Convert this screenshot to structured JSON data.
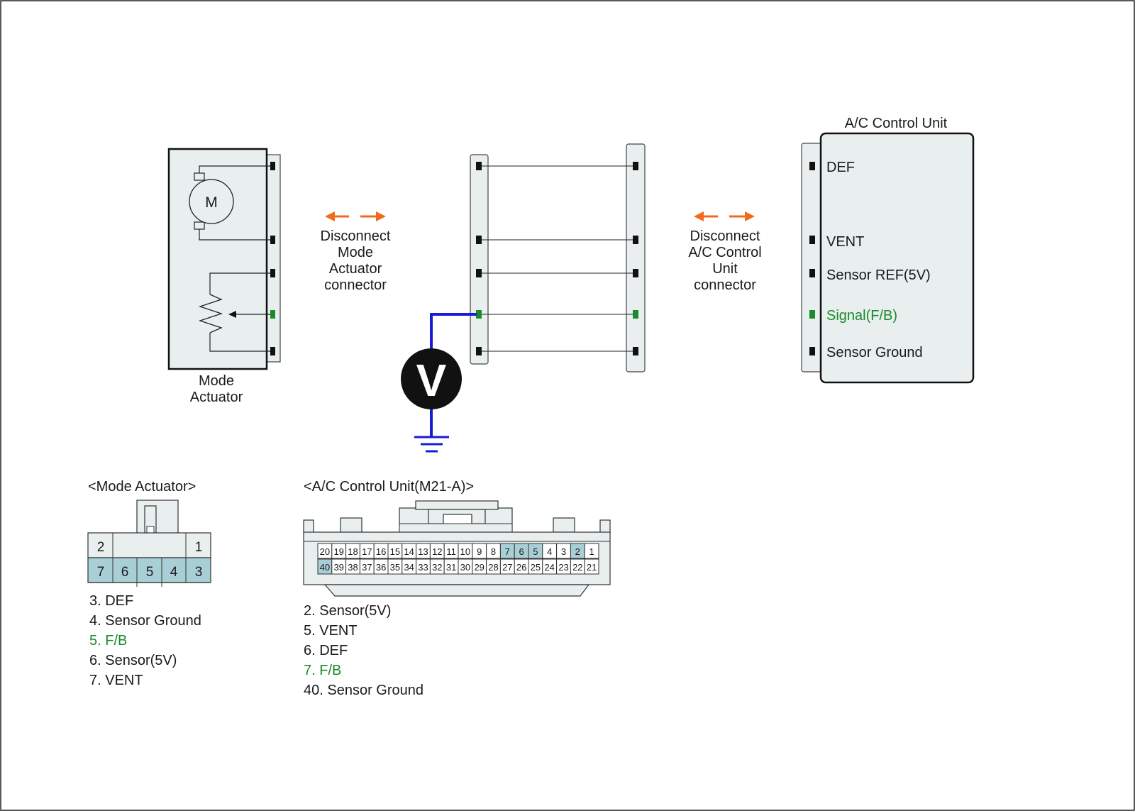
{
  "colors": {
    "accent_green": "#1a8a2a",
    "arrow_orange": "#f26a1b",
    "probe_blue": "#1a1adb",
    "connector_fill": "#e8efee",
    "pin_highlight": "#a9cfd6",
    "pin_black": "#111111"
  },
  "icons": {
    "motor": "motor-icon",
    "potentiometer": "potentiometer-icon",
    "voltmeter": "voltmeter-icon",
    "ground": "ground-icon",
    "disconnect_arrows": "double-arrow-icon"
  },
  "mode_actuator": {
    "label_line1": "Mode",
    "label_line2": "Actuator",
    "motor_letter": "M"
  },
  "disconnect_left": [
    "Disconnect",
    "Mode",
    "Actuator",
    "connector"
  ],
  "disconnect_right": [
    "Disconnect",
    "A/C Control",
    "Unit",
    "connector"
  ],
  "meter": {
    "letter": "V"
  },
  "ac_unit": {
    "title": "A/C Control Unit",
    "pins": [
      "DEF",
      "VENT",
      "Sensor REF(5V)",
      "Signal(F/B)",
      "Sensor Ground"
    ]
  },
  "actuator_connector": {
    "title": "<Mode Actuator>",
    "top_row": [
      "2",
      "1"
    ],
    "bottom_row": [
      "7",
      "6",
      "5",
      "4",
      "3"
    ],
    "legend": [
      {
        "text": "3. DEF",
        "highlight": false
      },
      {
        "text": "4. Sensor Ground",
        "highlight": false
      },
      {
        "text": "5. F/B",
        "highlight": true
      },
      {
        "text": "6. Sensor(5V)",
        "highlight": false
      },
      {
        "text": "7. VENT",
        "highlight": false
      }
    ]
  },
  "ac_connector": {
    "title": "<A/C Control Unit(M21-A)>",
    "top_row": [
      "20",
      "19",
      "18",
      "17",
      "16",
      "15",
      "14",
      "13",
      "12",
      "11",
      "10",
      "9",
      "8",
      "7",
      "6",
      "5",
      "4",
      "3",
      "2",
      "1"
    ],
    "bottom_row": [
      "40",
      "39",
      "38",
      "37",
      "36",
      "35",
      "34",
      "33",
      "32",
      "31",
      "30",
      "29",
      "28",
      "27",
      "26",
      "25",
      "24",
      "23",
      "22",
      "21"
    ],
    "highlighted_pins": [
      "7",
      "6",
      "5",
      "2",
      "40"
    ],
    "legend": [
      {
        "text": "2. Sensor(5V)",
        "highlight": false
      },
      {
        "text": "5. VENT",
        "highlight": false
      },
      {
        "text": "6. DEF",
        "highlight": false
      },
      {
        "text": "7. F/B",
        "highlight": true
      },
      {
        "text": "40. Sensor Ground",
        "highlight": false
      }
    ]
  }
}
